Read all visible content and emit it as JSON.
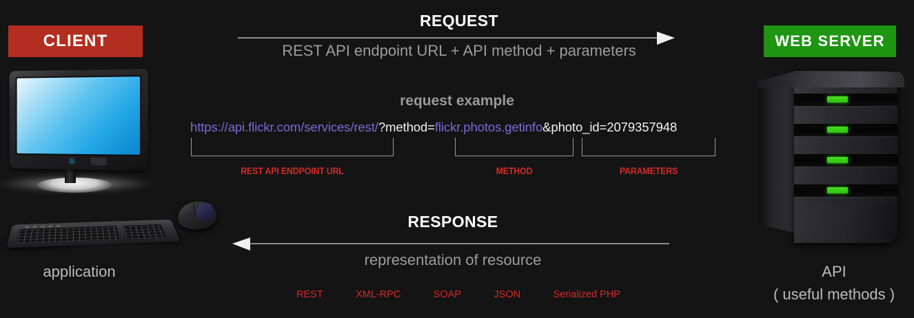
{
  "background_color": "#141414",
  "client": {
    "badge_label": "CLIENT",
    "badge_color": "#b32d20",
    "caption": "application",
    "device_icons": {
      "monitor": "desktop-monitor-icon",
      "keyboard": "keyboard-icon",
      "mouse": "mouse-icon"
    }
  },
  "server": {
    "badge_label": "WEB SERVER",
    "badge_color": "#1e9612",
    "caption": "API",
    "caption_secondary": "( useful methods )",
    "tower_icon": "server-tower-icon",
    "led_color": "#33d014",
    "led_count": 4
  },
  "request": {
    "title": "REQUEST",
    "subtitle": "REST API endpoint URL + API method + parameters",
    "arrow_icon": "arrow-right-icon",
    "arrow_direction": "right"
  },
  "response": {
    "title": "RESPONSE",
    "subtitle": "representation of resource",
    "arrow_icon": "arrow-left-icon",
    "arrow_direction": "left"
  },
  "example": {
    "heading": "request example",
    "url_parts": [
      {
        "text": "https://api.flickr.com/services/rest/",
        "color": "#7a6ad8"
      },
      {
        "text": "?method=",
        "color": "#f2f2f2"
      },
      {
        "text": "flickr.photos.getinfo",
        "color": "#7a6ad8"
      },
      {
        "text": "&photo_id=2079357948",
        "color": "#f2f2f2"
      }
    ],
    "full_url": "https://api.flickr.com/services/rest/?method=flickr.photos.getinfo&photo_id=2079357948",
    "segments": [
      {
        "label": "REST API ENDPOINT URL",
        "value": "https://api.flickr.com/services/rest/"
      },
      {
        "label": "METHOD",
        "value": "?method=flickr.photos.getinfo"
      },
      {
        "label": "PARAMETERS",
        "value": "&photo_id=2079357948"
      }
    ],
    "label_color": "#d82a25"
  },
  "formats": {
    "items": [
      "REST",
      "XML-RPC",
      "SOAP",
      "JSON",
      "Serialized PHP"
    ],
    "color": "#d82a25"
  }
}
